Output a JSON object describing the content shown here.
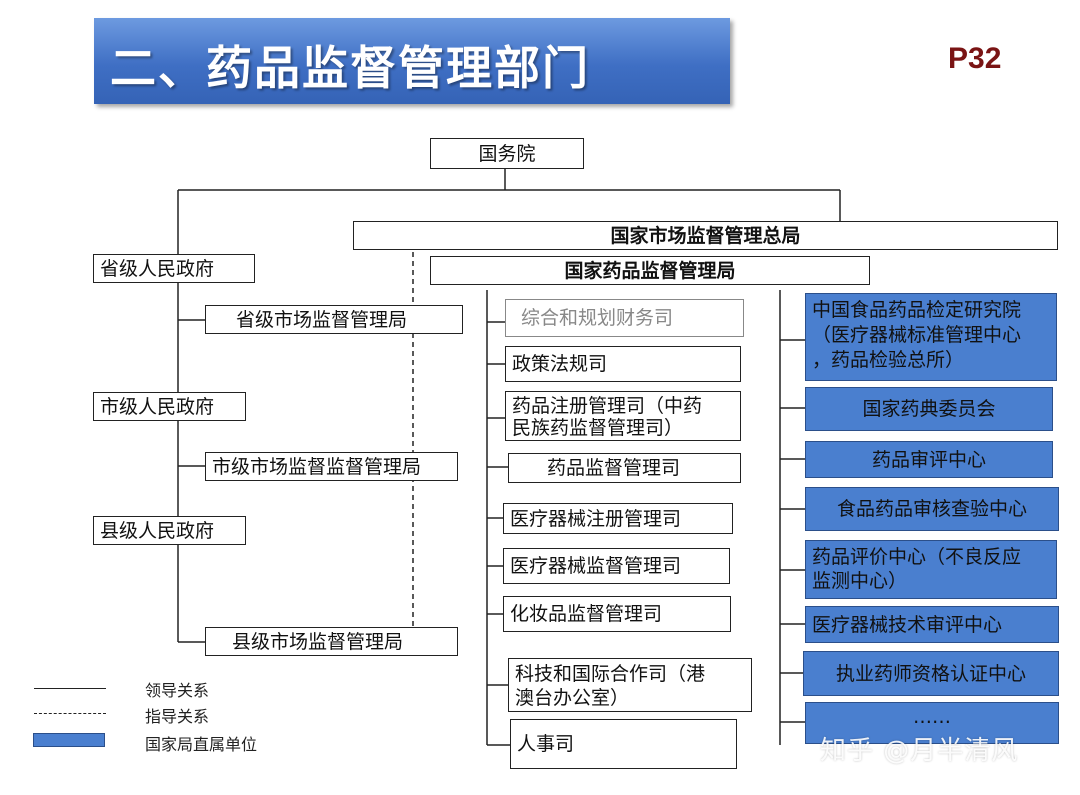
{
  "title": "二、药品监督管理部门",
  "page_label": "P32",
  "nodes": {
    "state_council": "国务院",
    "samr": "国家市场监督管理总局",
    "nmpa": "国家药品监督管理局",
    "prov_gov": "省级人民政府",
    "prov_amr": "省级市场监督管理局",
    "city_gov": "市级人民政府",
    "city_amr": "市级市场监督监督管理局",
    "county_gov": "县级人民政府",
    "county_amr": "县级市场监督管理局"
  },
  "departments": [
    "综合和规划财务司",
    "政策法规司",
    "药品注册管理司（中药民族药监督管理司）",
    "药品监督管理司",
    "医疗器械注册管理司",
    "医疗器械监督管理司",
    "化妆品监督管理司",
    "科技和国际合作司（港澳台办公室）",
    "人事司"
  ],
  "direct_units": [
    "中国食品药品检定研究院（医疗器械标准管理中心，药品检验总所）",
    "国家药典委员会",
    "药品审评中心",
    "食品药品审核查验中心",
    "药品评价中心（不良反应监测中心）",
    "医疗器械技术审评中心",
    "执业药师资格认证中心",
    "……"
  ],
  "direct_units_display": {
    "u0_l1": "中国食品药品检定研究院",
    "u0_l2": "（医疗器械标准管理中心",
    "u0_l3": "，药品检验总所）",
    "u4_l1": "药品评价中心（不良反应",
    "u4_l2": "监测中心）"
  },
  "departments_display": {
    "d2_l1": "药品注册管理司（中药",
    "d2_l2": "民族药监督管理司）",
    "d7_l1": "科技和国际合作司（港",
    "d7_l2": "澳台办公室）"
  },
  "legend": {
    "leadership": "领导关系",
    "guidance": "指导关系",
    "direct_unit": "国家局直属单位"
  },
  "colors": {
    "banner": "#3f6fc4",
    "direct_unit_fill": "#4a7fcf",
    "page_label": "#7a1414"
  },
  "watermark": "知乎 @月半清风"
}
